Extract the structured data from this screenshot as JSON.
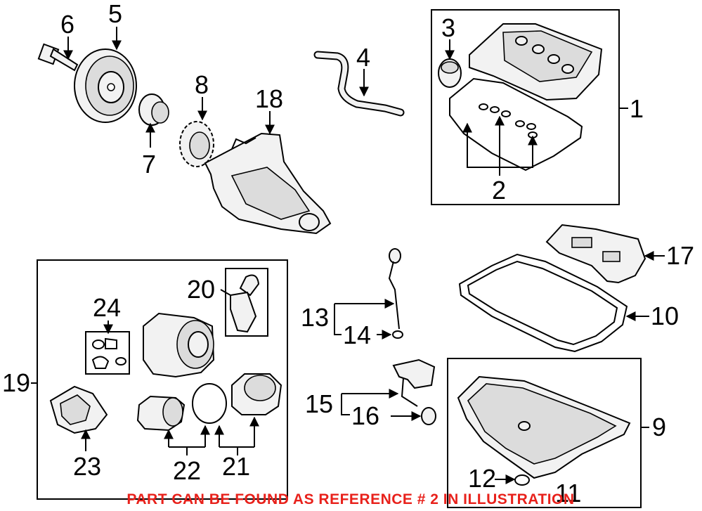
{
  "callouts": {
    "n1": "1",
    "n2": "2",
    "n3": "3",
    "n4": "4",
    "n5": "5",
    "n6": "6",
    "n7": "7",
    "n8": "8",
    "n9": "9",
    "n10": "10",
    "n11": "11",
    "n12": "12",
    "n13": "13",
    "n14": "14",
    "n15": "15",
    "n16": "16",
    "n17": "17",
    "n18": "18",
    "n19": "19",
    "n20": "20",
    "n21": "21",
    "n22": "22",
    "n23": "23",
    "n24": "24"
  },
  "banner": {
    "text": "PART CAN BE FOUND AS REFERENCE # 2 IN ILLUSTRATION",
    "color": "#e8211b"
  },
  "highlight_reference": "2"
}
